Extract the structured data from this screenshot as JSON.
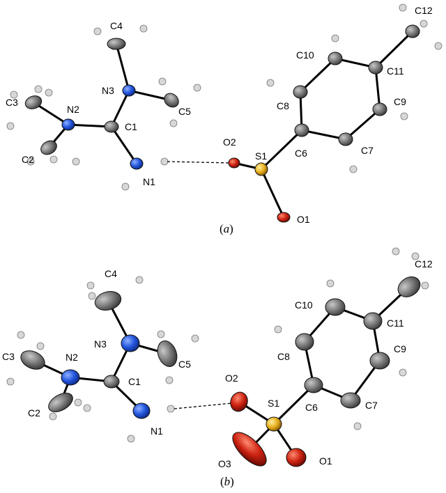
{
  "colors": {
    "carbon": "#6e6e6e",
    "nitrogen": "#2255dd",
    "oxygen": "#cc2211",
    "sulfur": "#e8b020",
    "hydrogen": "#d7d7d7"
  },
  "panels": [
    {
      "panel": "(a)",
      "atoms": [
        {
          "label": "C1",
          "el": "C"
        },
        {
          "label": "C2",
          "el": "C"
        },
        {
          "label": "C3",
          "el": "C"
        },
        {
          "label": "C4",
          "el": "C"
        },
        {
          "label": "C5",
          "el": "C"
        },
        {
          "label": "C6",
          "el": "C"
        },
        {
          "label": "C7",
          "el": "C"
        },
        {
          "label": "C8",
          "el": "C"
        },
        {
          "label": "C9",
          "el": "C"
        },
        {
          "label": "C10",
          "el": "C"
        },
        {
          "label": "C11",
          "el": "C"
        },
        {
          "label": "C12",
          "el": "C"
        },
        {
          "label": "N1",
          "el": "N"
        },
        {
          "label": "N2",
          "el": "N"
        },
        {
          "label": "N3",
          "el": "N"
        },
        {
          "label": "O1",
          "el": "O"
        },
        {
          "label": "O2",
          "el": "O"
        },
        {
          "label": "S1",
          "el": "S"
        }
      ]
    },
    {
      "panel": "(b)",
      "atoms": [
        {
          "label": "C1",
          "el": "C"
        },
        {
          "label": "C2",
          "el": "C"
        },
        {
          "label": "C3",
          "el": "C"
        },
        {
          "label": "C4",
          "el": "C"
        },
        {
          "label": "C5",
          "el": "C"
        },
        {
          "label": "C6",
          "el": "C"
        },
        {
          "label": "C7",
          "el": "C"
        },
        {
          "label": "C8",
          "el": "C"
        },
        {
          "label": "C9",
          "el": "C"
        },
        {
          "label": "C10",
          "el": "C"
        },
        {
          "label": "C11",
          "el": "C"
        },
        {
          "label": "C12",
          "el": "C"
        },
        {
          "label": "N1",
          "el": "N"
        },
        {
          "label": "N2",
          "el": "N"
        },
        {
          "label": "N3",
          "el": "N"
        },
        {
          "label": "O1",
          "el": "O"
        },
        {
          "label": "O2",
          "el": "O"
        },
        {
          "label": "O3",
          "el": "O"
        },
        {
          "label": "S1",
          "el": "S"
        }
      ]
    }
  ]
}
